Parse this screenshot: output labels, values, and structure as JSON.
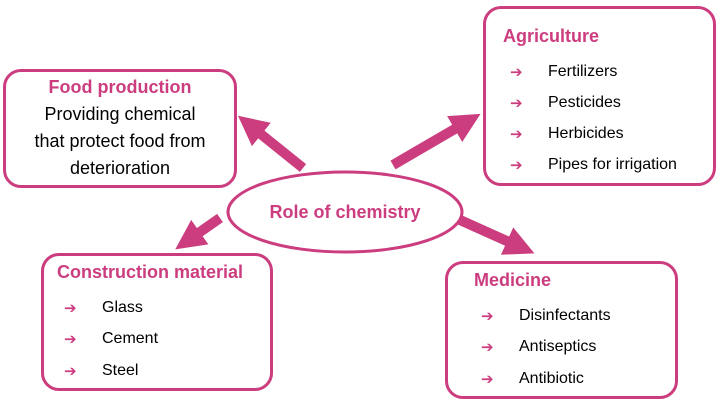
{
  "center": "Role of chemistry",
  "food": {
    "title": "Food production",
    "lines": [
      "Providing chemical",
      "that protect food from",
      "deterioration"
    ]
  },
  "agriculture": {
    "title": "Agriculture",
    "items": [
      "Fertilizers",
      "Pesticides",
      "Herbicides",
      "Pipes for irrigation"
    ]
  },
  "construction": {
    "title": "Construction material",
    "items": [
      "Glass",
      "Cement",
      "Steel"
    ]
  },
  "medicine": {
    "title": "Medicine",
    "items": [
      "Disinfectants",
      "Antiseptics",
      "Antibiotic"
    ]
  },
  "bullet": "➔",
  "accent": "#cc3d7f"
}
